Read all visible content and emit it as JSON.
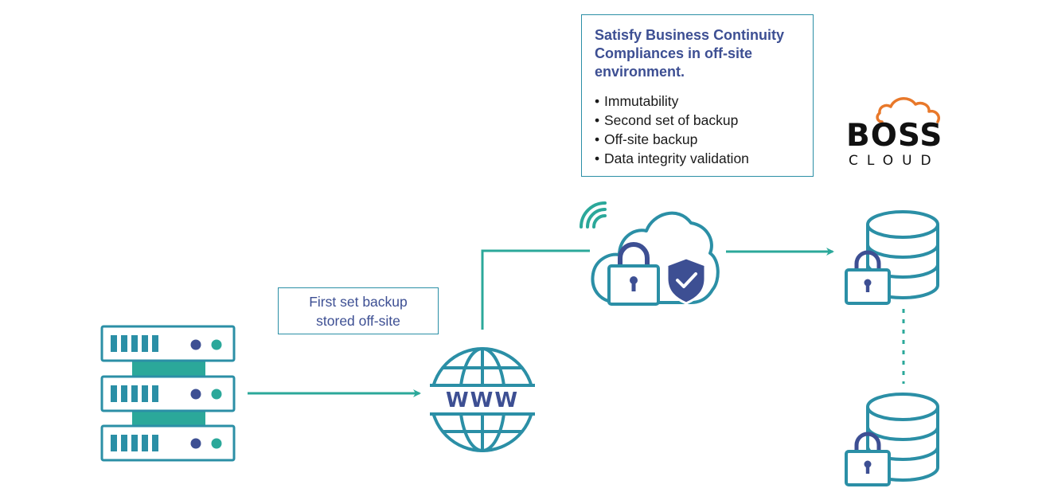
{
  "callout": {
    "title": "Satisfy Business Continuity Compliances in off-site environment.",
    "items": [
      "Immutability",
      "Second set of backup",
      "Off-site backup",
      "Data integrity validation"
    ]
  },
  "label": {
    "line1": "First set backup",
    "line2": "stored off-site"
  },
  "logo": {
    "main": "BOSS",
    "sub": "CLOUD"
  },
  "globe_text": "WWW",
  "bullet": "•",
  "colors": {
    "teal": "#2ba89a",
    "blue_outline": "#2b8fa6",
    "navy": "#3d4f93",
    "orange": "#e8782a",
    "text": "#1a1a1a"
  },
  "icons": [
    "server-rack-icon",
    "globe-www-icon",
    "secure-cloud-icon",
    "padlock-icon",
    "shield-check-icon",
    "wifi-signal-icon",
    "database-icon",
    "cloud-logo-icon"
  ]
}
